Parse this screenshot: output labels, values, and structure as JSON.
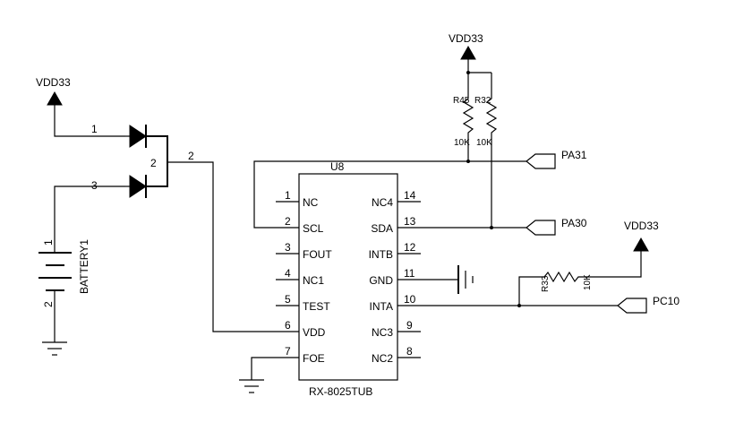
{
  "chip": {
    "ref": "U8",
    "part": "RX-8025TUB",
    "left_pins": [
      {
        "num": "1",
        "name": "NC"
      },
      {
        "num": "2",
        "name": "SCL"
      },
      {
        "num": "3",
        "name": "FOUT"
      },
      {
        "num": "4",
        "name": "NC1"
      },
      {
        "num": "5",
        "name": "TEST"
      },
      {
        "num": "6",
        "name": "VDD"
      },
      {
        "num": "7",
        "name": "FOE"
      }
    ],
    "right_pins": [
      {
        "num": "14",
        "name": "NC4"
      },
      {
        "num": "13",
        "name": "SDA"
      },
      {
        "num": "12",
        "name": "INTB"
      },
      {
        "num": "11",
        "name": "GND"
      },
      {
        "num": "10",
        "name": "INTA"
      },
      {
        "num": "9",
        "name": "NC3"
      },
      {
        "num": "8",
        "name": "NC2"
      }
    ]
  },
  "power": {
    "vdd_left": "VDD33",
    "vdd_top": "VDD33",
    "vdd_right": "VDD33"
  },
  "diode_pins": {
    "d1_anode": "1",
    "d2_anode": "3",
    "junction": "2",
    "out": "2"
  },
  "battery": {
    "ref": "BATTERY1",
    "pin_pos": "1",
    "pin_neg": "2"
  },
  "resistors": {
    "r45": {
      "ref": "R45",
      "value": "10K"
    },
    "r32": {
      "ref": "R32",
      "value": "10K"
    },
    "r33": {
      "ref": "R33",
      "value": "10K"
    }
  },
  "ports": {
    "pa31": "PA31",
    "pa30": "PA30",
    "pc10": "PC10"
  }
}
